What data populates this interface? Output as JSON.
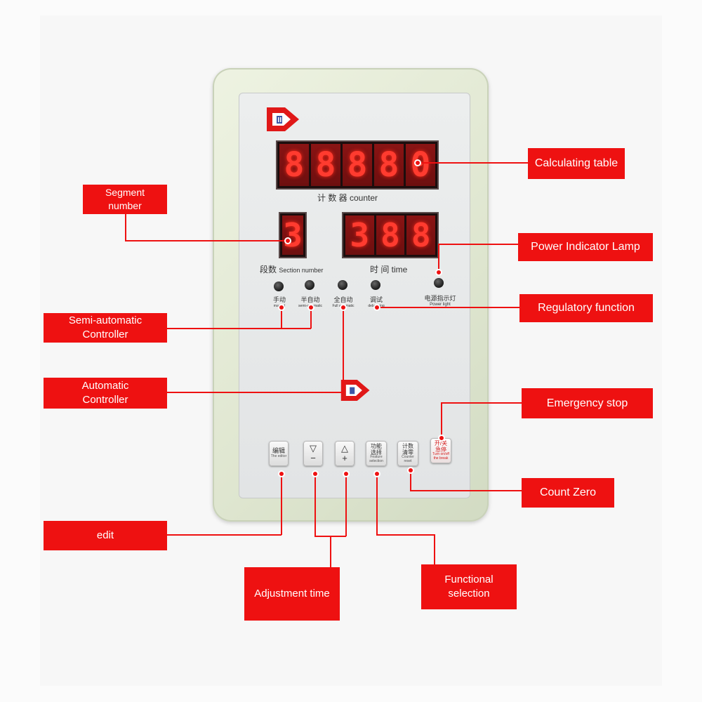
{
  "panel": {
    "counter_digits": [
      "8",
      "8",
      "8",
      "8",
      "0"
    ],
    "counter_label": "计 数 器 counter",
    "segment_digit": "3",
    "segment_label_cn": "段数",
    "segment_label_en": "Section number",
    "time_digits": [
      "3",
      "8",
      "8"
    ],
    "time_label": "时 间 time",
    "modes": [
      {
        "cn": "手动",
        "en": "manual"
      },
      {
        "cn": "半自动",
        "en": "semi-automatic"
      },
      {
        "cn": "全自动",
        "en": "Full automatic"
      },
      {
        "cn": "调试",
        "en": "debugging"
      }
    ],
    "power_cn": "电源指示灯",
    "power_en": "Power light",
    "keys": [
      {
        "cn": "编辑",
        "en": "The editor"
      },
      {
        "symbol": "▽",
        "sign": "−"
      },
      {
        "symbol": "△",
        "sign": "+"
      },
      {
        "cn": "功能\n选择",
        "en": "Feature selection"
      },
      {
        "cn": "计数\n清零",
        "en": "Counter reset"
      },
      {
        "cn": "开/关\n急停",
        "en": "Turn on/off the break"
      }
    ]
  },
  "callouts": {
    "calculating_table": "Calculating table",
    "segment_number": "Segment number",
    "power_indicator_lamp": "Power Indicator Lamp",
    "regulatory_function": "Regulatory function",
    "semi_automatic_controller": "Semi-automatic Controller",
    "automatic_controller": "Automatic Controller",
    "emergency_stop": "Emergency stop",
    "count_zero": "Count Zero",
    "edit": "edit",
    "adjustment_time": "Adjustment time",
    "functional_selection": "Functional selection"
  },
  "colors": {
    "callout": "#ee1111",
    "led": "#ff3b2f",
    "logo": "#e01818"
  }
}
